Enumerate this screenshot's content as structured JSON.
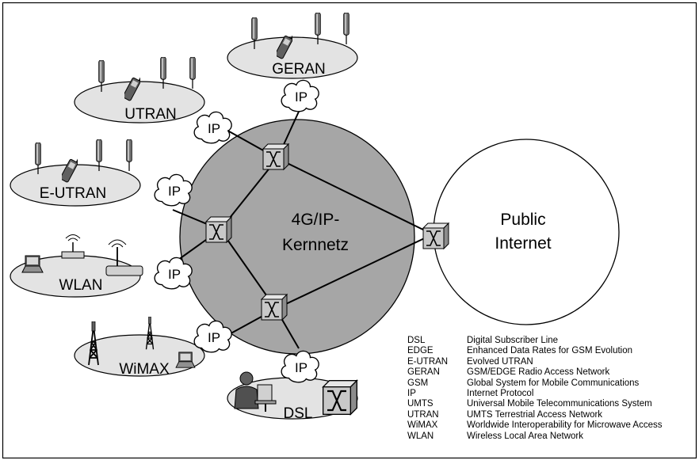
{
  "core": {
    "line1": "4G/IP-",
    "line2": "Kernnetz"
  },
  "internet": {
    "line1": "Public",
    "line2": "Internet"
  },
  "ip_label": "IP",
  "access": {
    "geran": "GERAN",
    "utran": "UTRAN",
    "eutran": "E-UTRAN",
    "wlan": "WLAN",
    "wimax": "WiMAX",
    "dsl": "DSL"
  },
  "legend": [
    {
      "abbr": "DSL",
      "full": "Digital Subscriber Line"
    },
    {
      "abbr": "EDGE",
      "full": "Enhanced Data Rates for GSM Evolution"
    },
    {
      "abbr": "E-UTRAN",
      "full": "Evolved UTRAN"
    },
    {
      "abbr": "GERAN",
      "full": "GSM/EDGE Radio Access Network"
    },
    {
      "abbr": "GSM",
      "full": "Global System for Mobile Communications"
    },
    {
      "abbr": "IP",
      "full": "Internet Protocol"
    },
    {
      "abbr": "UMTS",
      "full": "Universal Mobile Telecommunications System"
    },
    {
      "abbr": "UTRAN",
      "full": "UMTS Terrestrial Access Network"
    },
    {
      "abbr": "WiMAX",
      "full": "Worldwide Interoperability for Microwave Access"
    },
    {
      "abbr": "WLAN",
      "full": "Wireless Local Area Network"
    }
  ],
  "colors": {
    "core_fill": "#a6a6a6",
    "access_fill": "#e3e3e3",
    "router_fill": "#c8c8c8",
    "stroke": "#000000"
  }
}
